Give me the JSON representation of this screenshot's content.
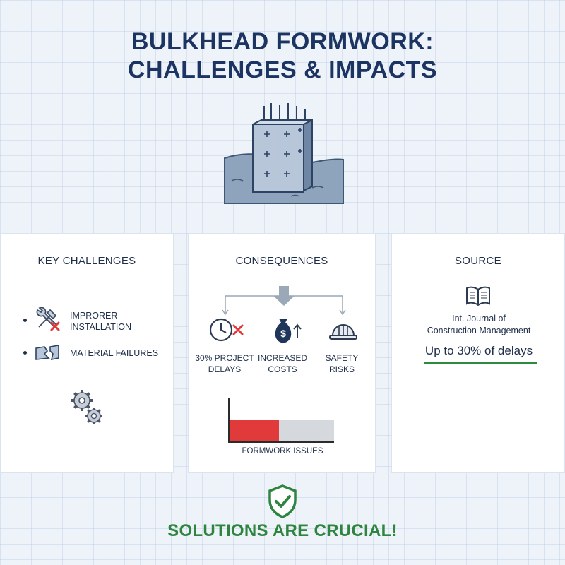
{
  "title": {
    "line1": "BULKHEAD FORMWORK:",
    "line2": "CHALLENGES & IMPACTS"
  },
  "hero_icon": "concrete-wall-formwork-icon",
  "challenges": {
    "title": "KEY CHALLENGES",
    "items": [
      {
        "label_line1": "IMPRORER",
        "label_line2": "INSTALLATION",
        "icon": "wrench-hammer-x-icon"
      },
      {
        "label_line1": "MATERIAL FAILURES",
        "icon": "cracked-beam-icon"
      }
    ],
    "decor_icon": "gears-icon"
  },
  "consequences": {
    "title": "CONSEQUENCES",
    "items": [
      {
        "line1": "30% PROJECT",
        "line2": "DELAYS",
        "icon": "clock-x-icon"
      },
      {
        "line1": "INCREASED",
        "line2": "COSTS",
        "icon": "money-bag-up-icon"
      },
      {
        "line1": "SAFETY",
        "line2": "RISKS",
        "icon": "hard-hat-icon"
      }
    ],
    "bar": {
      "label": "FORMWORK ISSUES",
      "value_fraction": 0.47,
      "fill_color": "#e03a3a",
      "track_color": "#d5d8dc"
    }
  },
  "source": {
    "title": "SOURCE",
    "icon": "open-book-icon",
    "line1": "Int. Journal of",
    "line2": "Construction Management",
    "stat": "Up to 30% of delays",
    "accent": "#2e8b3e"
  },
  "footer": {
    "text": "SOLUTIONS ARE CRUCIAL!",
    "icon": "shield-check-icon",
    "color": "#2e8540"
  }
}
